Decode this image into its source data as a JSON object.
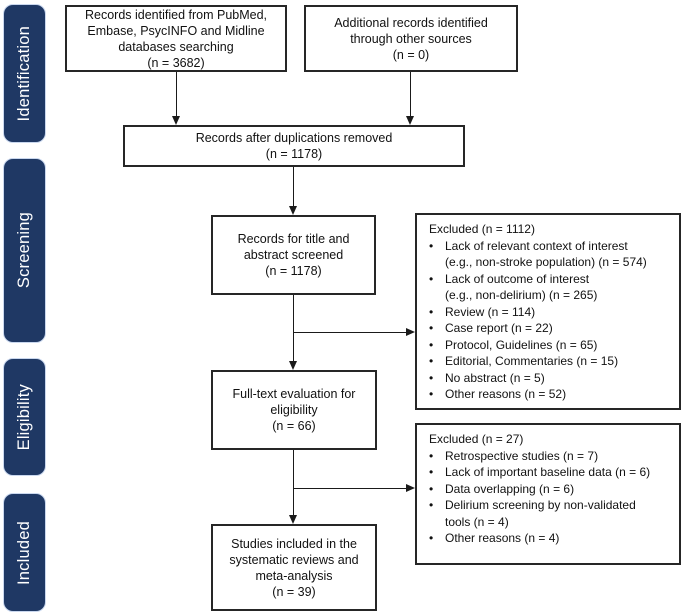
{
  "colors": {
    "stage_fill": "#1f3864",
    "stage_text": "#ffffff",
    "box_border": "#262626",
    "connector": "#1a1a1a"
  },
  "sidebar": {
    "stages": [
      {
        "label": "Identification"
      },
      {
        "label": "Screening"
      },
      {
        "label": "Eligibility"
      },
      {
        "label": "Included"
      }
    ]
  },
  "flow": {
    "sources": "Records identified from PubMed,\nEmbase, PsycINFO and Midline\ndatabases searching\n(n = 3682)",
    "other_sources": "Additional records identified\nthrough other sources\n(n = 0)",
    "deduplicated": "Records after duplications removed\n(n = 1178)",
    "title_abstract": "Records for title and\nabstract screened\n(n = 1178)",
    "fulltext": "Full-text evaluation for\neligibility\n(n = 66)",
    "included": "Studies included in the\nsystematic reviews and\nmeta-analysis\n(n = 39)"
  },
  "excluded_screening": {
    "title": "Excluded (n = 1112)",
    "items": [
      "Lack of relevant context of interest\n(e.g., non-stroke population) (n = 574)",
      "Lack of outcome of interest\n(e.g., non-delirium) (n = 265)",
      "Review (n = 114)",
      "Case report (n = 22)",
      "Protocol, Guidelines (n = 65)",
      "Editorial, Commentaries (n = 15)",
      "No abstract (n = 5)",
      "Other reasons (n = 52)"
    ]
  },
  "excluded_fulltext": {
    "title": "Excluded (n = 27)",
    "items": [
      "Retrospective studies (n = 7)",
      "Lack of important baseline data (n = 6)",
      "Data overlapping (n = 6)",
      "Delirium screening by non-validated\ntools (n = 4)",
      "Other reasons (n = 4)"
    ]
  }
}
